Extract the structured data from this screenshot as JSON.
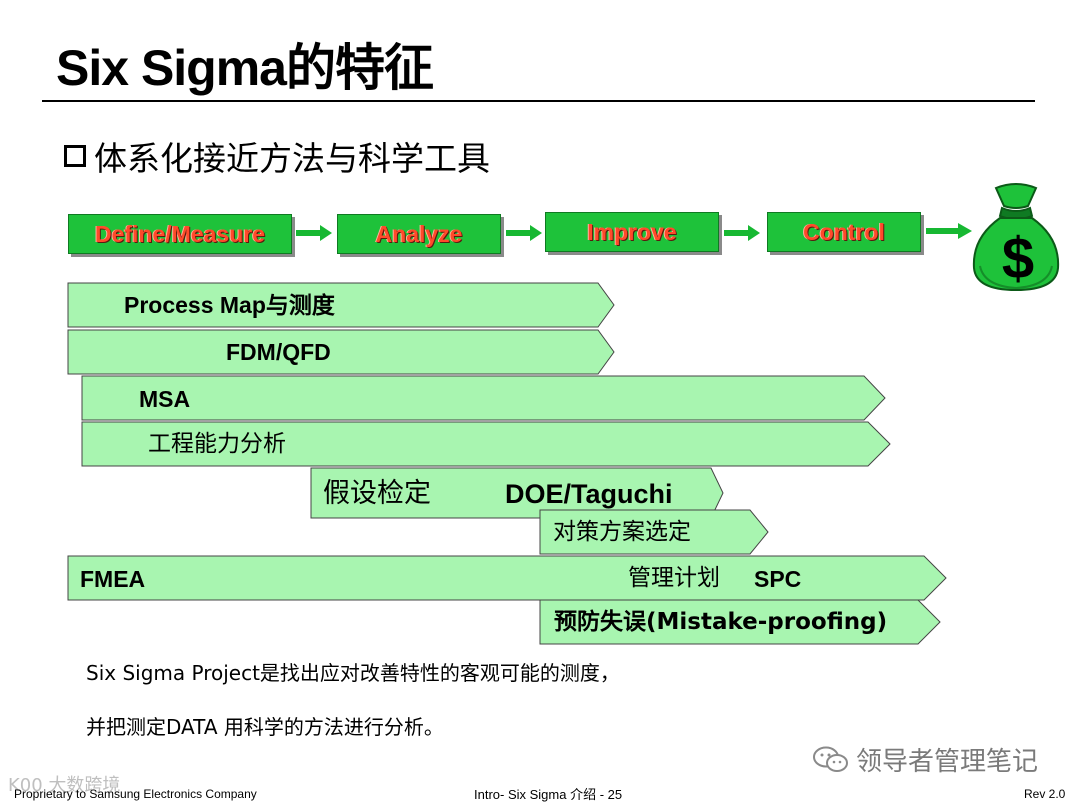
{
  "title": "Six Sigma的特征",
  "heading": "体系化接近方法与科学工具",
  "phases": [
    "Define/Measure",
    "Analyze",
    "Improve",
    "Control"
  ],
  "money_symbol": "$",
  "bars": {
    "process_map": "Process Map与测度",
    "fdm_qfd": "FDM/QFD",
    "msa": "MSA",
    "capability": "工程能力分析",
    "hypothesis": "假设检定",
    "doe": "DOE/Taguchi",
    "countermeasure": "对策方案选定",
    "fmea": "FMEA",
    "mgmt_plan": "管理计划",
    "spc": "SPC",
    "mistake_proofing": "预防失误(Mistake-proofing)"
  },
  "notes": [
    "Six Sigma Project是找出应对改善特性的客观可能的测度，",
    "并把测定DATA 用科学的方法进行分析。"
  ],
  "footer": {
    "left": "Proprietary to Samsung Electronics Company",
    "center": "Intro- Six Sigma 介绍 - 25",
    "right": "Rev 2.0"
  },
  "watermarks": {
    "left": "K00 大数跨境",
    "right": "领导者管理笔记"
  },
  "colors": {
    "phase_fill": "#1ec23a",
    "phase_text": "#ff4a2a",
    "bar_fill": "#a8f5b0",
    "arrow": "#17b832"
  }
}
